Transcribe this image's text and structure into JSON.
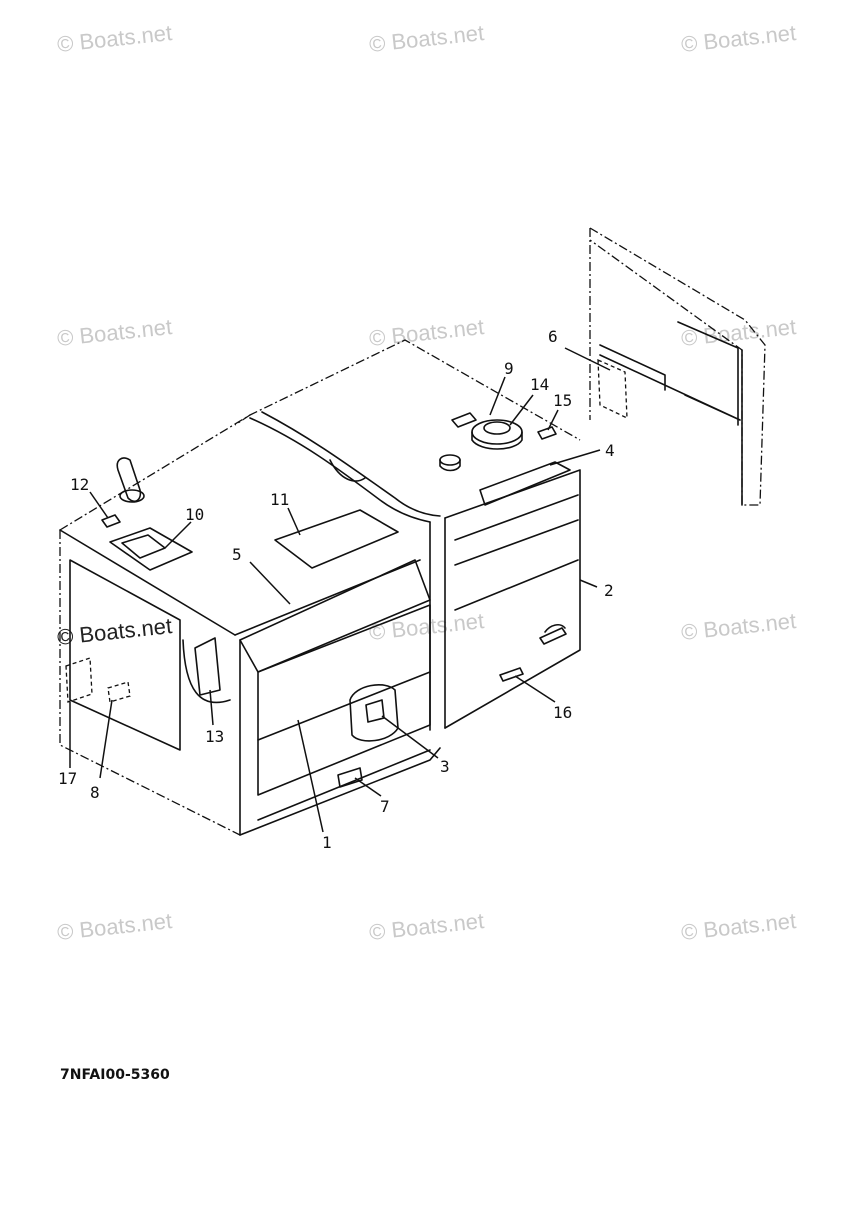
{
  "watermark": "© Boats.net",
  "drawing_code": "7NFAI00-5360",
  "callouts": {
    "c1": "1",
    "c2": "2",
    "c3": "3",
    "c4": "4",
    "c5": "5",
    "c6": "6",
    "c7": "7",
    "c8": "8",
    "c9": "9",
    "c10": "10",
    "c11": "11",
    "c12": "12",
    "c13": "13",
    "c14": "14",
    "c15": "15",
    "c16": "16",
    "c17": "17"
  }
}
